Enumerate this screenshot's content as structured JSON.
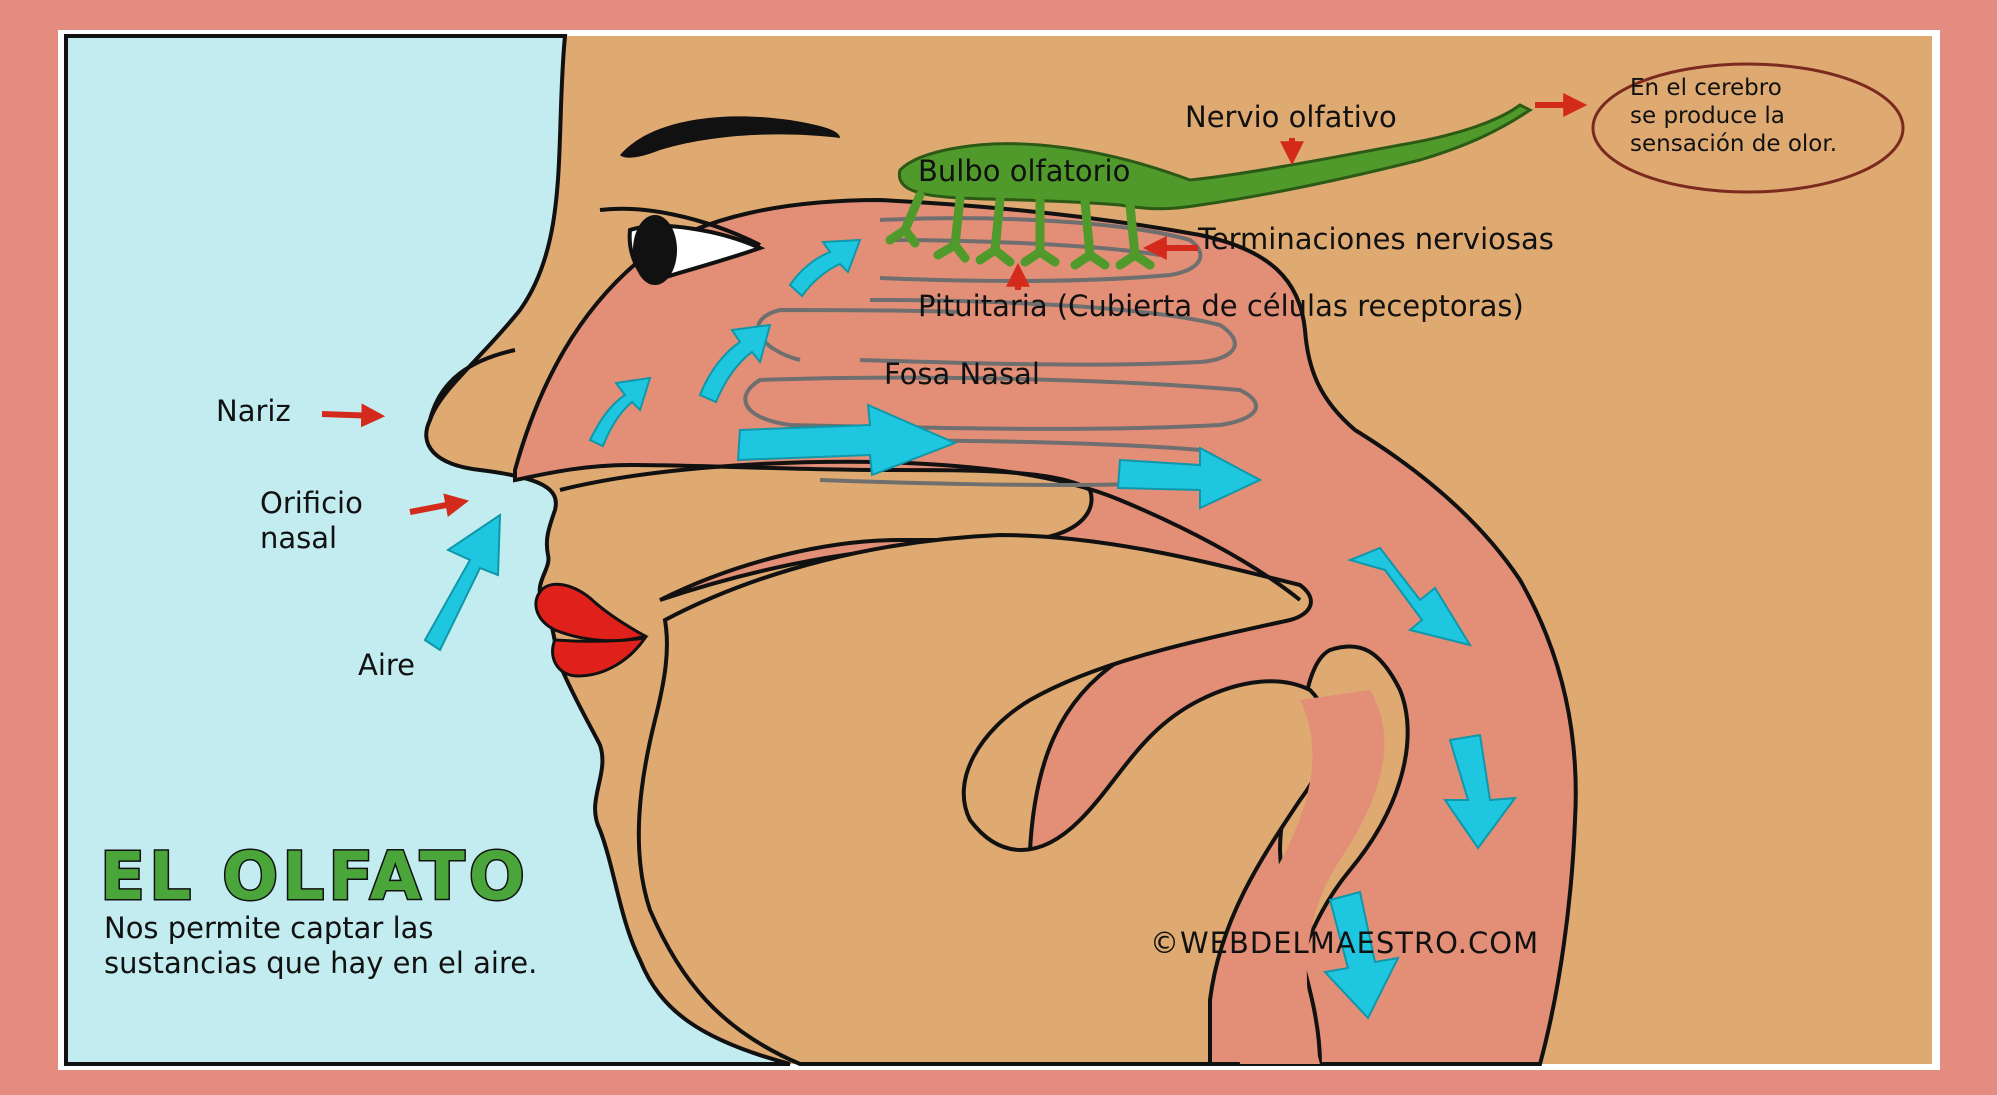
{
  "title": "EL OLFATO",
  "subtitle_lines": [
    "Nos permite captar las",
    "sustancias que hay en el aire."
  ],
  "labels": {
    "nervio_olfativo": "Nervio olfativo",
    "bulbo_olfatorio": "Bulbo olfatorio",
    "terminaciones_nerviosas": "Terminaciones nerviosas",
    "pituitaria": "Pituitaria (Cubierta de células receptoras)",
    "fosa_nasal": "Fosa Nasal",
    "nariz": "Nariz",
    "orificio_nasal_lines": [
      "Orificio",
      "nasal"
    ],
    "aire": "Aire"
  },
  "brain_note_lines": [
    "En el cerebro",
    "se produce la",
    "sensación de olor."
  ],
  "credit": "©WEBDELMAESTRO.COM",
  "colors": {
    "frame": "#e48c7f",
    "air_background": "#c2ecef",
    "skin": "#dfaa72",
    "nasal_cavity": "#e38f77",
    "olfactory_nerve": "#4f9a2a",
    "air_arrow": "#1fc6df",
    "pointer_arrow": "#d42a1c",
    "lips": "#e0201a",
    "title_fill": "#4aa63a"
  }
}
